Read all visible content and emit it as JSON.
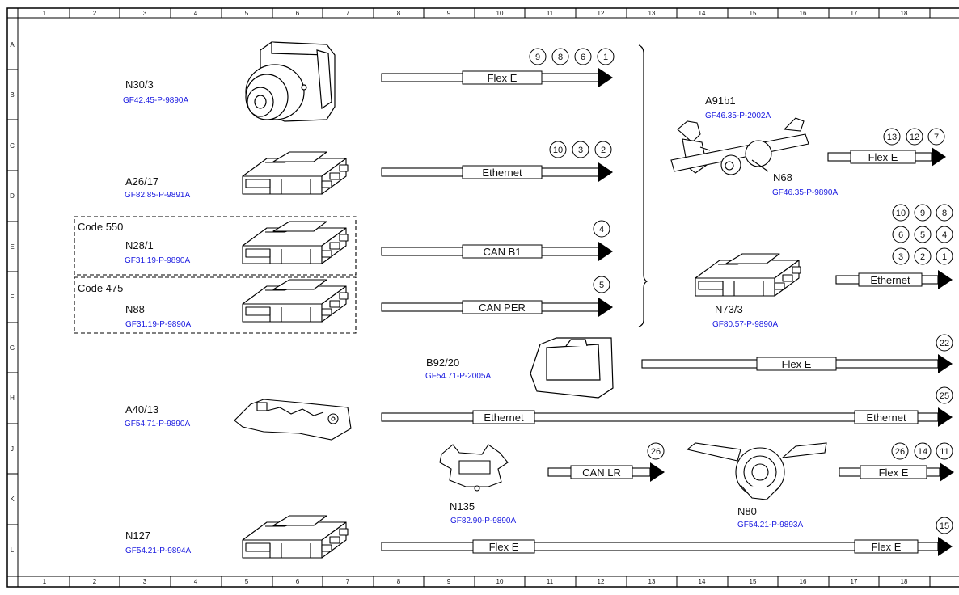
{
  "grid": {
    "columns": [
      "1",
      "2",
      "3",
      "4",
      "5",
      "6",
      "7",
      "8",
      "9",
      "10",
      "11",
      "12",
      "13",
      "14",
      "15",
      "16",
      "17",
      "18"
    ],
    "rows": [
      "A",
      "B",
      "C",
      "D",
      "E",
      "F",
      "G",
      "H",
      "J",
      "K",
      "L"
    ]
  },
  "groups": {
    "code550": "Code 550",
    "code475": "Code 475"
  },
  "components": {
    "n30_3": {
      "name": "N30/3",
      "ref": "GF42.45-P-9890A"
    },
    "a26_17": {
      "name": "A26/17",
      "ref": "GF82.85-P-9891A"
    },
    "n28_1": {
      "name": "N28/1",
      "ref": "GF31.19-P-9890A"
    },
    "n88": {
      "name": "N88",
      "ref": "GF31.19-P-9890A"
    },
    "a91b1": {
      "name": "A91b1",
      "ref": "GF46.35-P-2002A"
    },
    "n68": {
      "name": "N68",
      "ref": "GF46.35-P-9890A"
    },
    "n73_3": {
      "name": "N73/3",
      "ref": "GF80.57-P-9890A"
    },
    "b92_20": {
      "name": "B92/20",
      "ref": "GF54.71-P-2005A"
    },
    "a40_13": {
      "name": "A40/13",
      "ref": "GF54.71-P-9890A"
    },
    "n135": {
      "name": "N135",
      "ref": "GF82.90-P-9890A"
    },
    "n80": {
      "name": "N80",
      "ref": "GF54.21-P-9893A"
    },
    "n127": {
      "name": "N127",
      "ref": "GF54.21-P-9894A"
    }
  },
  "buses": {
    "n30_3": "Flex E",
    "a26_17": "Ethernet",
    "n28_1": "CAN B1",
    "n88": "CAN PER",
    "a91b1": "Flex E",
    "n73_3": "Ethernet",
    "b92_20": "Flex E",
    "a40_13_left": "Ethernet",
    "a40_13_right": "Ethernet",
    "n135": "CAN LR",
    "n80": "Flex E",
    "n127_left": "Flex E",
    "n127_right": "Flex E"
  },
  "connectors": {
    "n30_3": [
      "9",
      "8",
      "6",
      "1"
    ],
    "a26_17": [
      "10",
      "3",
      "2"
    ],
    "n28_1": [
      "4"
    ],
    "n88": [
      "5"
    ],
    "a91b1": [
      "13",
      "12",
      "7"
    ],
    "n73_3_row1": [
      "10",
      "9",
      "8"
    ],
    "n73_3_row2": [
      "6",
      "5",
      "4"
    ],
    "n73_3_row3": [
      "3",
      "2",
      "1"
    ],
    "b92_20": [
      "22"
    ],
    "a40_13": [
      "25"
    ],
    "n135": [
      "26"
    ],
    "n80": [
      "26",
      "14",
      "11"
    ],
    "n127": [
      "15"
    ]
  }
}
